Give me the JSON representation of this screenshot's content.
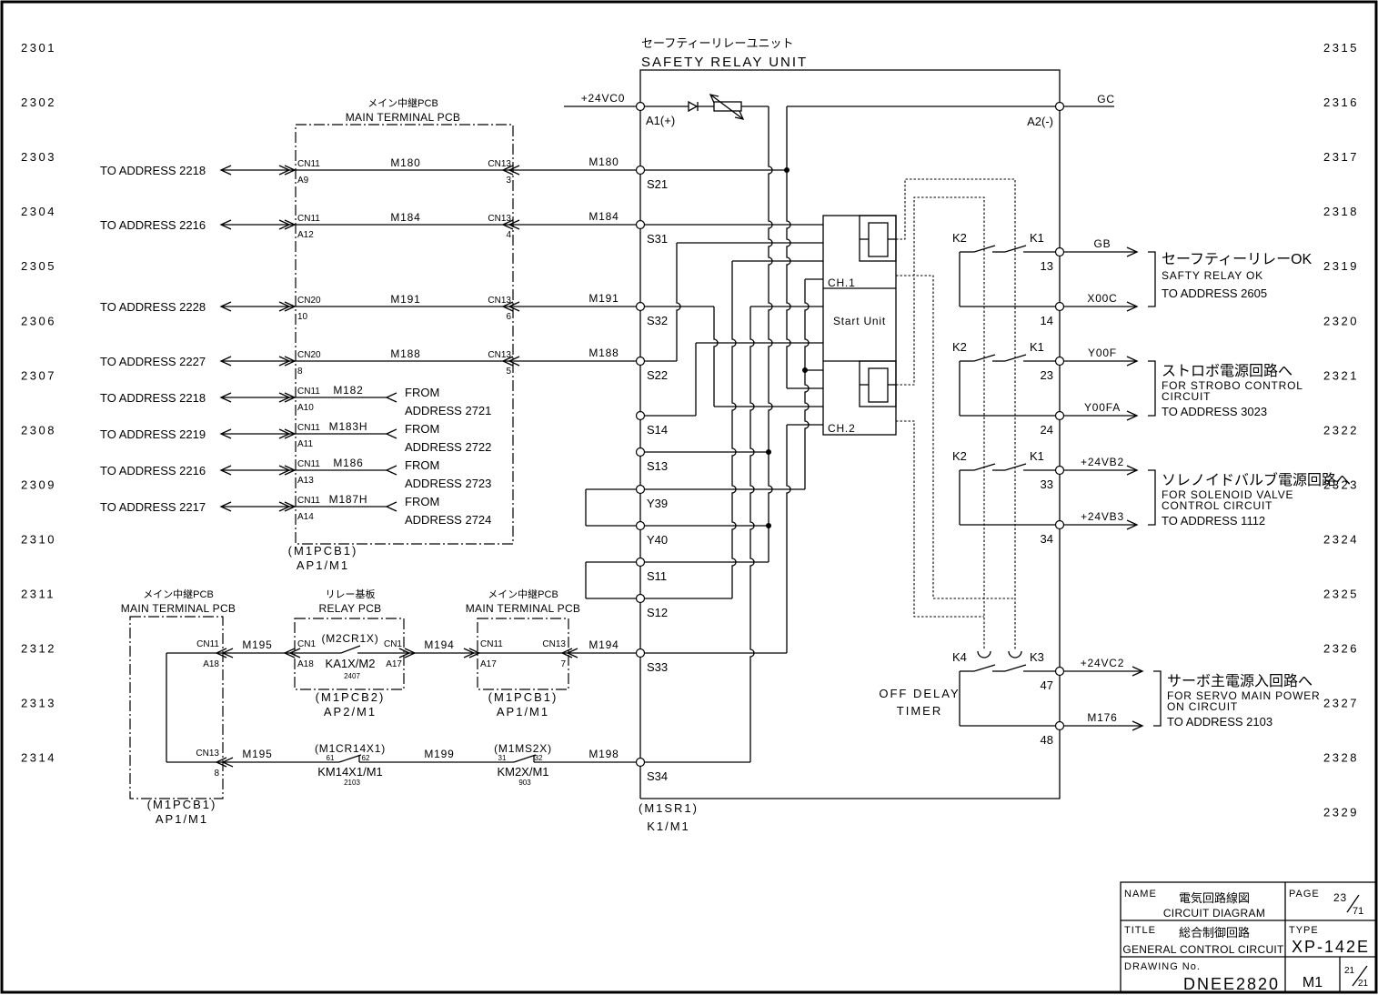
{
  "sheet": {
    "rows_left": [
      "2301",
      "2302",
      "2303",
      "2304",
      "2305",
      "2306",
      "2307",
      "2308",
      "2309",
      "2310",
      "2311",
      "2312",
      "2313",
      "2314"
    ],
    "rows_right": [
      "2315",
      "2316",
      "2317",
      "2318",
      "2319",
      "2320",
      "2321",
      "2322",
      "2323",
      "2324",
      "2325",
      "2326",
      "2327",
      "2328",
      "2329"
    ]
  },
  "safety_relay_unit": {
    "title_jp": "セーフティーリレーユニット",
    "title_en": "SAFETY RELAY UNIT",
    "designation": "(M1SR1)",
    "ref": "K1/M1",
    "supply_in_wire": "+24VC0",
    "supply_out_wire": "GC",
    "terminal_a1": "A1(+)",
    "terminal_a2": "A2(-)",
    "terminals": [
      "S21",
      "S31",
      "S32",
      "S22",
      "S14",
      "S13",
      "Y39",
      "Y40",
      "S11",
      "S12",
      "S33",
      "S34"
    ],
    "start_unit": {
      "label": "Start Unit",
      "ch1": "CH.1",
      "ch2": "CH.2"
    },
    "off_delay_timer": [
      "OFF DELAY",
      "TIMER"
    ]
  },
  "upper_pcb": {
    "title_jp": "メイン中継PCB",
    "title_en": "MAIN TERMINAL PCB",
    "designation": "(M1PCB1)",
    "ref": "AP1/M1",
    "rows": [
      {
        "to": "TO ADDRESS 2218",
        "conn_l": "CN11",
        "pin_l": "A9",
        "wire": "M180",
        "conn_r": "CN13",
        "pin_r": "3",
        "ext_wire": "M180"
      },
      {
        "to": "TO ADDRESS 2216",
        "conn_l": "CN11",
        "pin_l": "A12",
        "wire": "M184",
        "conn_r": "CN13",
        "pin_r": "4",
        "ext_wire": "M184"
      },
      {
        "to": "TO ADDRESS 2228",
        "conn_l": "CN20",
        "pin_l": "10",
        "wire": "M191",
        "conn_r": "CN13",
        "pin_r": "6",
        "ext_wire": "M191"
      },
      {
        "to": "TO ADDRESS 2227",
        "conn_l": "CN20",
        "pin_l": "8",
        "wire": "M188",
        "conn_r": "CN13",
        "pin_r": "5",
        "ext_wire": "M188"
      },
      {
        "to": "TO ADDRESS 2218",
        "conn_l": "CN11",
        "pin_l": "A10",
        "wire": "M182",
        "from": "FROM",
        "from_addr": "ADDRESS 2721"
      },
      {
        "to": "TO ADDRESS 2219",
        "conn_l": "CN11",
        "pin_l": "A11",
        "wire": "M183H",
        "from": "FROM",
        "from_addr": "ADDRESS 2722"
      },
      {
        "to": "TO ADDRESS 2216",
        "conn_l": "CN11",
        "pin_l": "A13",
        "wire": "M186",
        "from": "FROM",
        "from_addr": "ADDRESS 2723"
      },
      {
        "to": "TO ADDRESS 2217",
        "conn_l": "CN11",
        "pin_l": "A14",
        "wire": "M187H",
        "from": "FROM",
        "from_addr": "ADDRESS 2724"
      }
    ]
  },
  "lower_left_pcb": {
    "title_jp": "メイン中継PCB",
    "title_en": "MAIN TERMINAL PCB",
    "designation": "(M1PCB1)",
    "ref": "AP1/M1",
    "conn_top": "CN11",
    "pin_top": "A18",
    "conn_bottom": "CN13",
    "pin_bottom": "8"
  },
  "relay_pcb": {
    "title_jp": "リレー基板",
    "title_en": "RELAY PCB",
    "designation": "(M1PCB2)",
    "ref": "AP2/M1",
    "conn_l": "CN1",
    "pin_l": "A18",
    "conn_r": "CN1",
    "pin_r": "A17",
    "contact_name": "(M2CR1X)",
    "contact_ref": "KA1X/M2",
    "contact_addr": "2407"
  },
  "middle_pcb": {
    "title_jp": "メイン中継PCB",
    "title_en": "MAIN TERMINAL PCB",
    "designation": "(M1PCB1)",
    "ref": "AP1/M1",
    "conn_l": "CN11",
    "pin_l": "A17",
    "conn_r": "CN13",
    "pin_r": "7"
  },
  "lower_wires": {
    "top": [
      "M195",
      "M194",
      "M194"
    ],
    "bottom": [
      "M195",
      "M199",
      "M198"
    ]
  },
  "contacts_lower": [
    {
      "name": "(M1CR14X1)",
      "pin_a": "61",
      "pin_b": "62",
      "ref": "KM14X1/M1",
      "addr": "2103"
    },
    {
      "name": "(M1MS2X)",
      "pin_a": "31",
      "pin_b": "32",
      "ref": "KM2X/M1",
      "addr": "903"
    }
  ],
  "outputs": [
    {
      "contact_a": "K2",
      "contact_b": "K1",
      "term_a": "13",
      "term_b": "14",
      "wire_a": "GB",
      "wire_b": "X00C",
      "jp": "セーフティーリレーOK",
      "en": [
        "SAFTY RELAY OK"
      ],
      "to": "TO ADDRESS 2605"
    },
    {
      "contact_a": "K2",
      "contact_b": "K1",
      "term_a": "23",
      "term_b": "24",
      "wire_a": "Y00F",
      "wire_b": "Y00FA",
      "jp": "ストロボ電源回路へ",
      "en": [
        "FOR STROBO CONTROL",
        "CIRCUIT"
      ],
      "to": "TO ADDRESS 3023"
    },
    {
      "contact_a": "K2",
      "contact_b": "K1",
      "term_a": "33",
      "term_b": "34",
      "wire_a": "+24VB2",
      "wire_b": "+24VB3",
      "jp": "ソレノイドバルブ電源回路へ",
      "en": [
        "FOR SOLENOID VALVE",
        "CONTROL CIRCUIT"
      ],
      "to": "TO ADDRESS 1112"
    },
    {
      "contact_a": "K4",
      "contact_b": "K3",
      "term_a": "47",
      "term_b": "48",
      "wire_a": "+24VC2",
      "wire_b": "M176",
      "jp": "サーボ主電源入回路へ",
      "en": [
        "FOR SERVO MAIN POWER",
        "ON CIRCUIT"
      ],
      "to": "TO ADDRESS 2103"
    }
  ],
  "title_block": {
    "name_label": "NAME",
    "name_jp": "電気回路線図",
    "name_en": "CIRCUIT DIAGRAM",
    "page_label": "PAGE",
    "page_current": "23",
    "page_total": "71",
    "title_label": "TITLE",
    "title_jp": "総合制御回路",
    "title_en": "GENERAL CONTROL CIRCUIT",
    "type_label": "TYPE",
    "type_value": "XP-142E",
    "drawing_label": "DRAWING No.",
    "drawing_no": "DNEE2820",
    "section": "M1",
    "sheet_current": "21",
    "sheet_total": "21"
  }
}
